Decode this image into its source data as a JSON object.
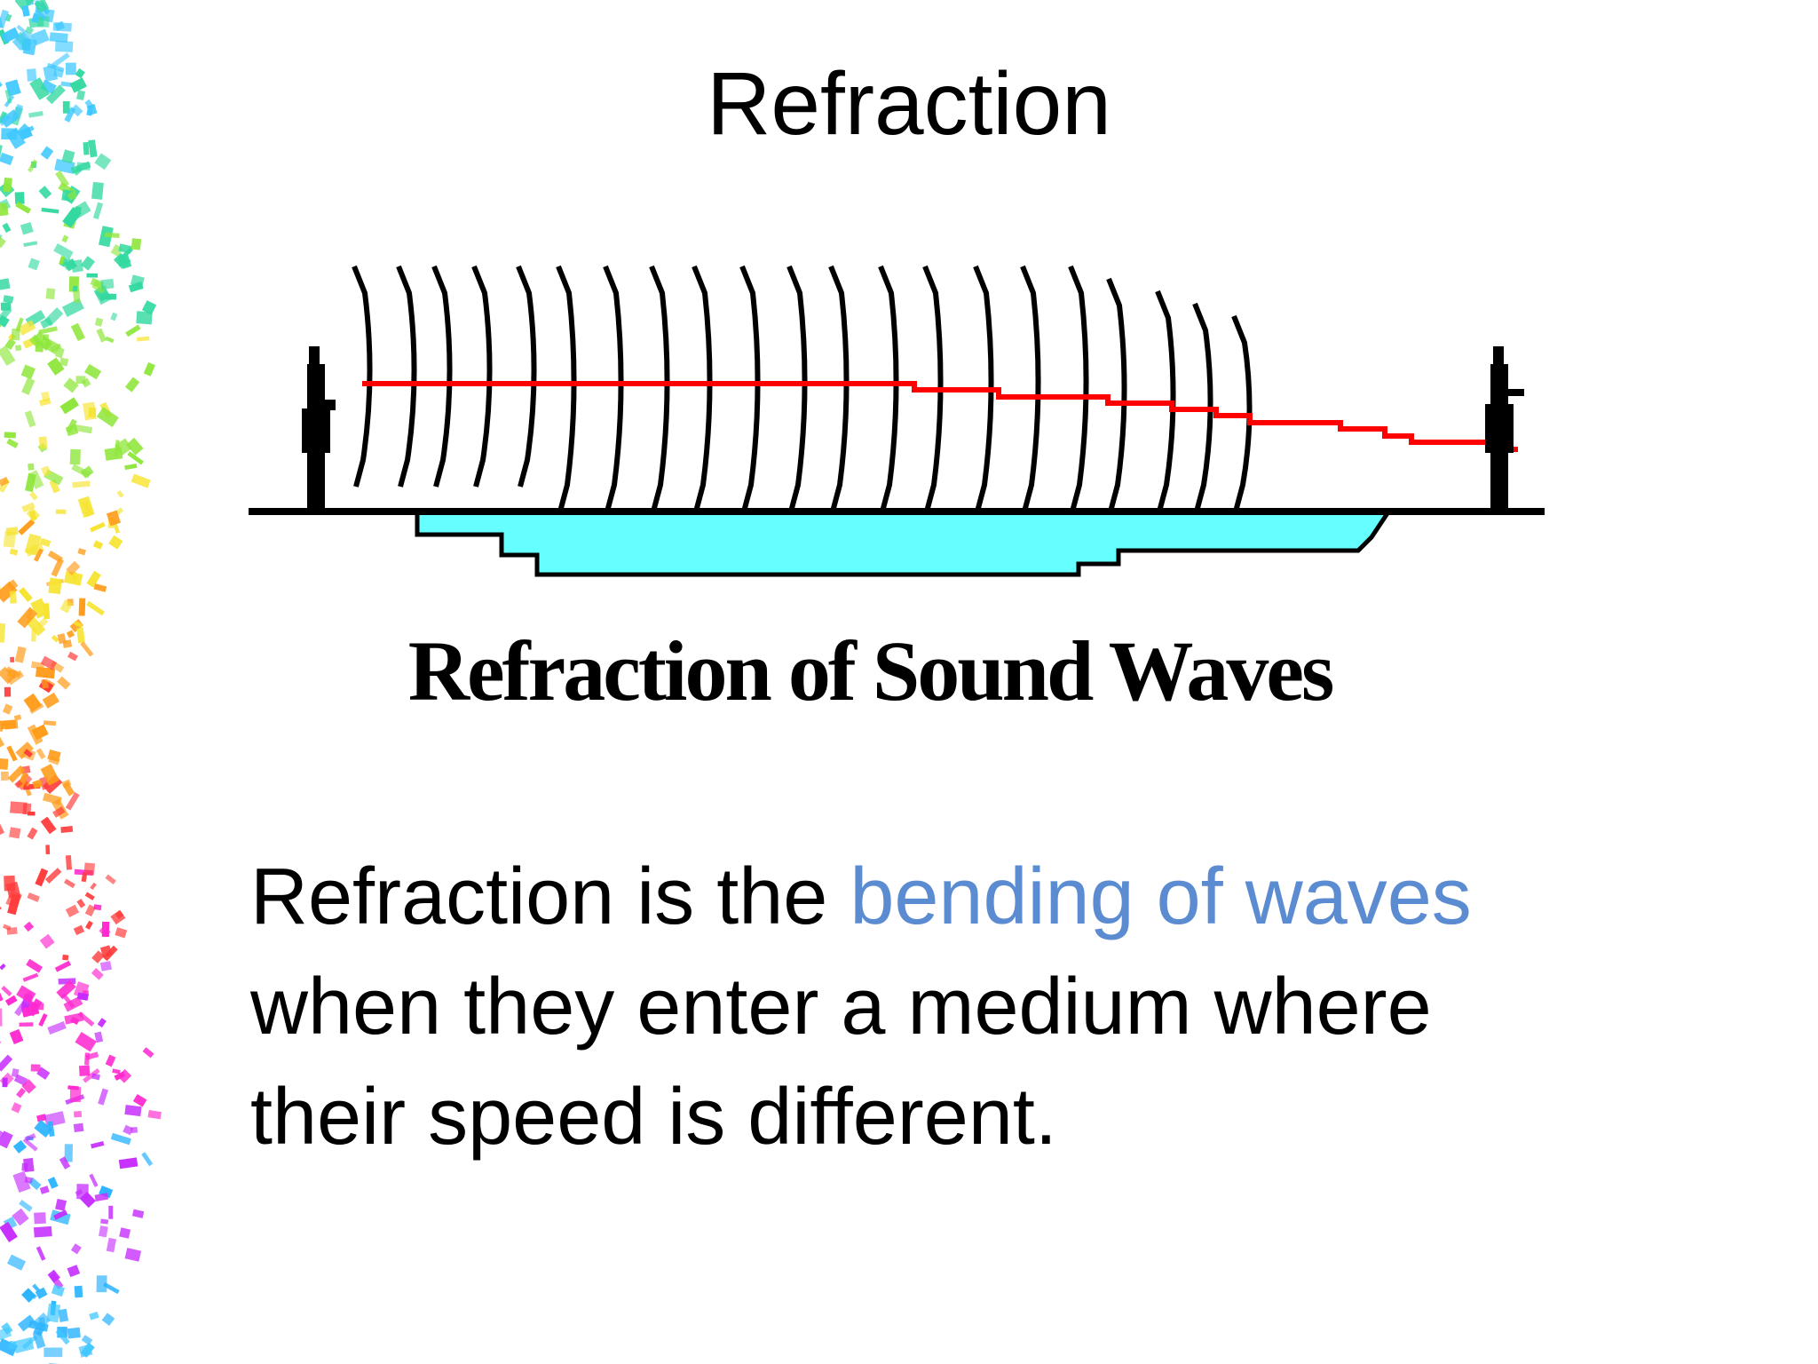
{
  "slide": {
    "title": "Refraction"
  },
  "diagram": {
    "caption": "Refraction of Sound Waves",
    "colors": {
      "water": "#66ffff",
      "ray": "#ff0000",
      "ground": "#000000"
    }
  },
  "body": {
    "part1": "Refraction is the ",
    "highlight": "bending of waves",
    "part2": " when they enter a medium where their speed is different.",
    "highlight_color": "#5b8bd0"
  },
  "decoration": {
    "confetti_colors": [
      "#3fc8ff",
      "#33d9a0",
      "#8ee63a",
      "#f6e430",
      "#ff9c1a",
      "#ff3b3b",
      "#ff2bd0",
      "#c52bff",
      "#2bb4ff"
    ]
  }
}
